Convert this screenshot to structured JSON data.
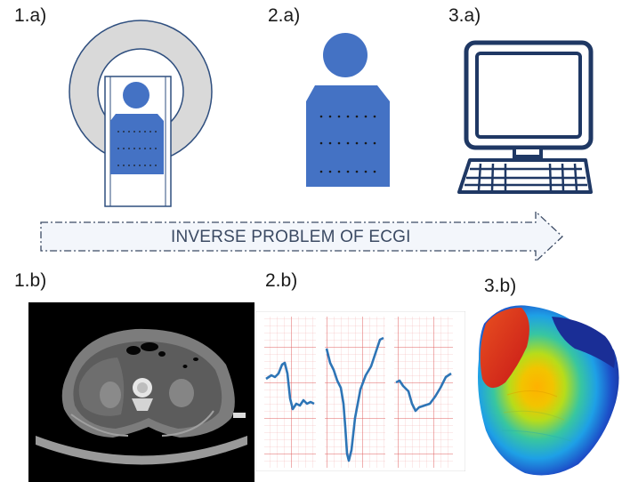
{
  "labels": {
    "p1a": "1.a)",
    "p2a": "2.a)",
    "p3a": "3.a)",
    "p1b": "1.b)",
    "p2b": "2.b)",
    "p3b": "3.b)"
  },
  "arrow_text": "INVERSE PROBLEM OF ECGI",
  "icons": {
    "scanner": "ct-scanner-with-patient-icon",
    "patient": "patient-with-electrodes-icon",
    "computer": "desktop-computer-icon"
  },
  "colors": {
    "person_blue": "#4472c4",
    "outline_navy": "#1f3864",
    "scanner_fill": "#d9d9d9",
    "scanner_stroke": "#2f4f7f",
    "arrow_fill": "#f3f6fb",
    "arrow_stroke": "#3b4a63",
    "ecg_grid": "#e06060",
    "ecg_trace": "#2e75b6"
  }
}
